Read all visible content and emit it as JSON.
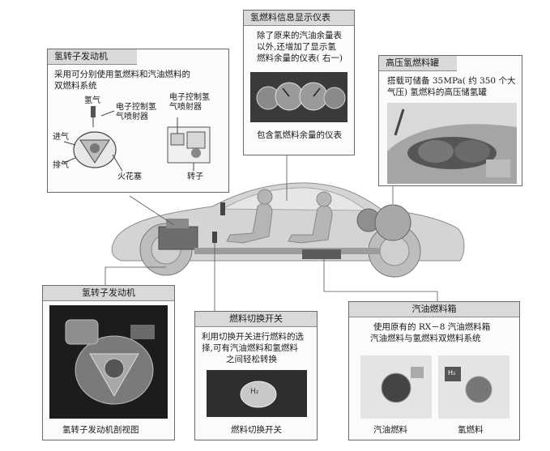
{
  "engine_panel": {
    "title": "氢转子发动机",
    "desc_line1": "采用可分别使用氢燃料和汽油燃料的",
    "desc_line2": "双燃料系统",
    "label_hydrogen": "氢气",
    "label_injector_l1": "电子控制氢",
    "label_injector_l2": "气喷射器",
    "label_intake": "进气",
    "label_exhaust": "排气",
    "label_spark": "火花塞",
    "label_injector2_l1": "电子控制氢",
    "label_injector2_l2": "气喷射器",
    "label_rotor": "转子"
  },
  "gauge_panel": {
    "title": "氢燃料信息显示仪表",
    "desc_line1": "除了原来的汽油余量表",
    "desc_line2": "以外,还增加了显示氢",
    "desc_line3": "燃料余量的仪表( 右一)",
    "caption": "包含氢燃料余量的仪表"
  },
  "tank_panel": {
    "title": "高压氢燃料罐",
    "desc_line1": "搭载可储备 35MPa( 约 350 个大",
    "desc_line2": "气压) 氢燃料的高压储氢罐"
  },
  "cutaway_panel": {
    "title": "氢转子发动机",
    "caption": "氢转子发动机剖视图"
  },
  "switch_panel": {
    "title": "燃料切换开关",
    "desc_line1": "利用切换开关进行燃料的选",
    "desc_line2": "择,可有汽油燃料和氢燃料",
    "desc_line3": "之间轻松转换",
    "caption": "燃料切换开关",
    "switch_symbol": "H₂"
  },
  "gasoline_panel": {
    "title": "汽油燃料箱",
    "desc_line1": "使用原有的 RX－8 汽油燃料箱",
    "desc_line2": "汽油燃料与氢燃料双燃料系统",
    "caption_gasoline": "汽油燃料",
    "caption_hydrogen": "氢燃料",
    "h2_symbol": "H₂"
  },
  "colors": {
    "panel_title_bg": "#d9d9d9",
    "panel_border": "#6a6a6a",
    "car_fill": "#d4d4d4",
    "car_outline": "#8c8c8c"
  }
}
